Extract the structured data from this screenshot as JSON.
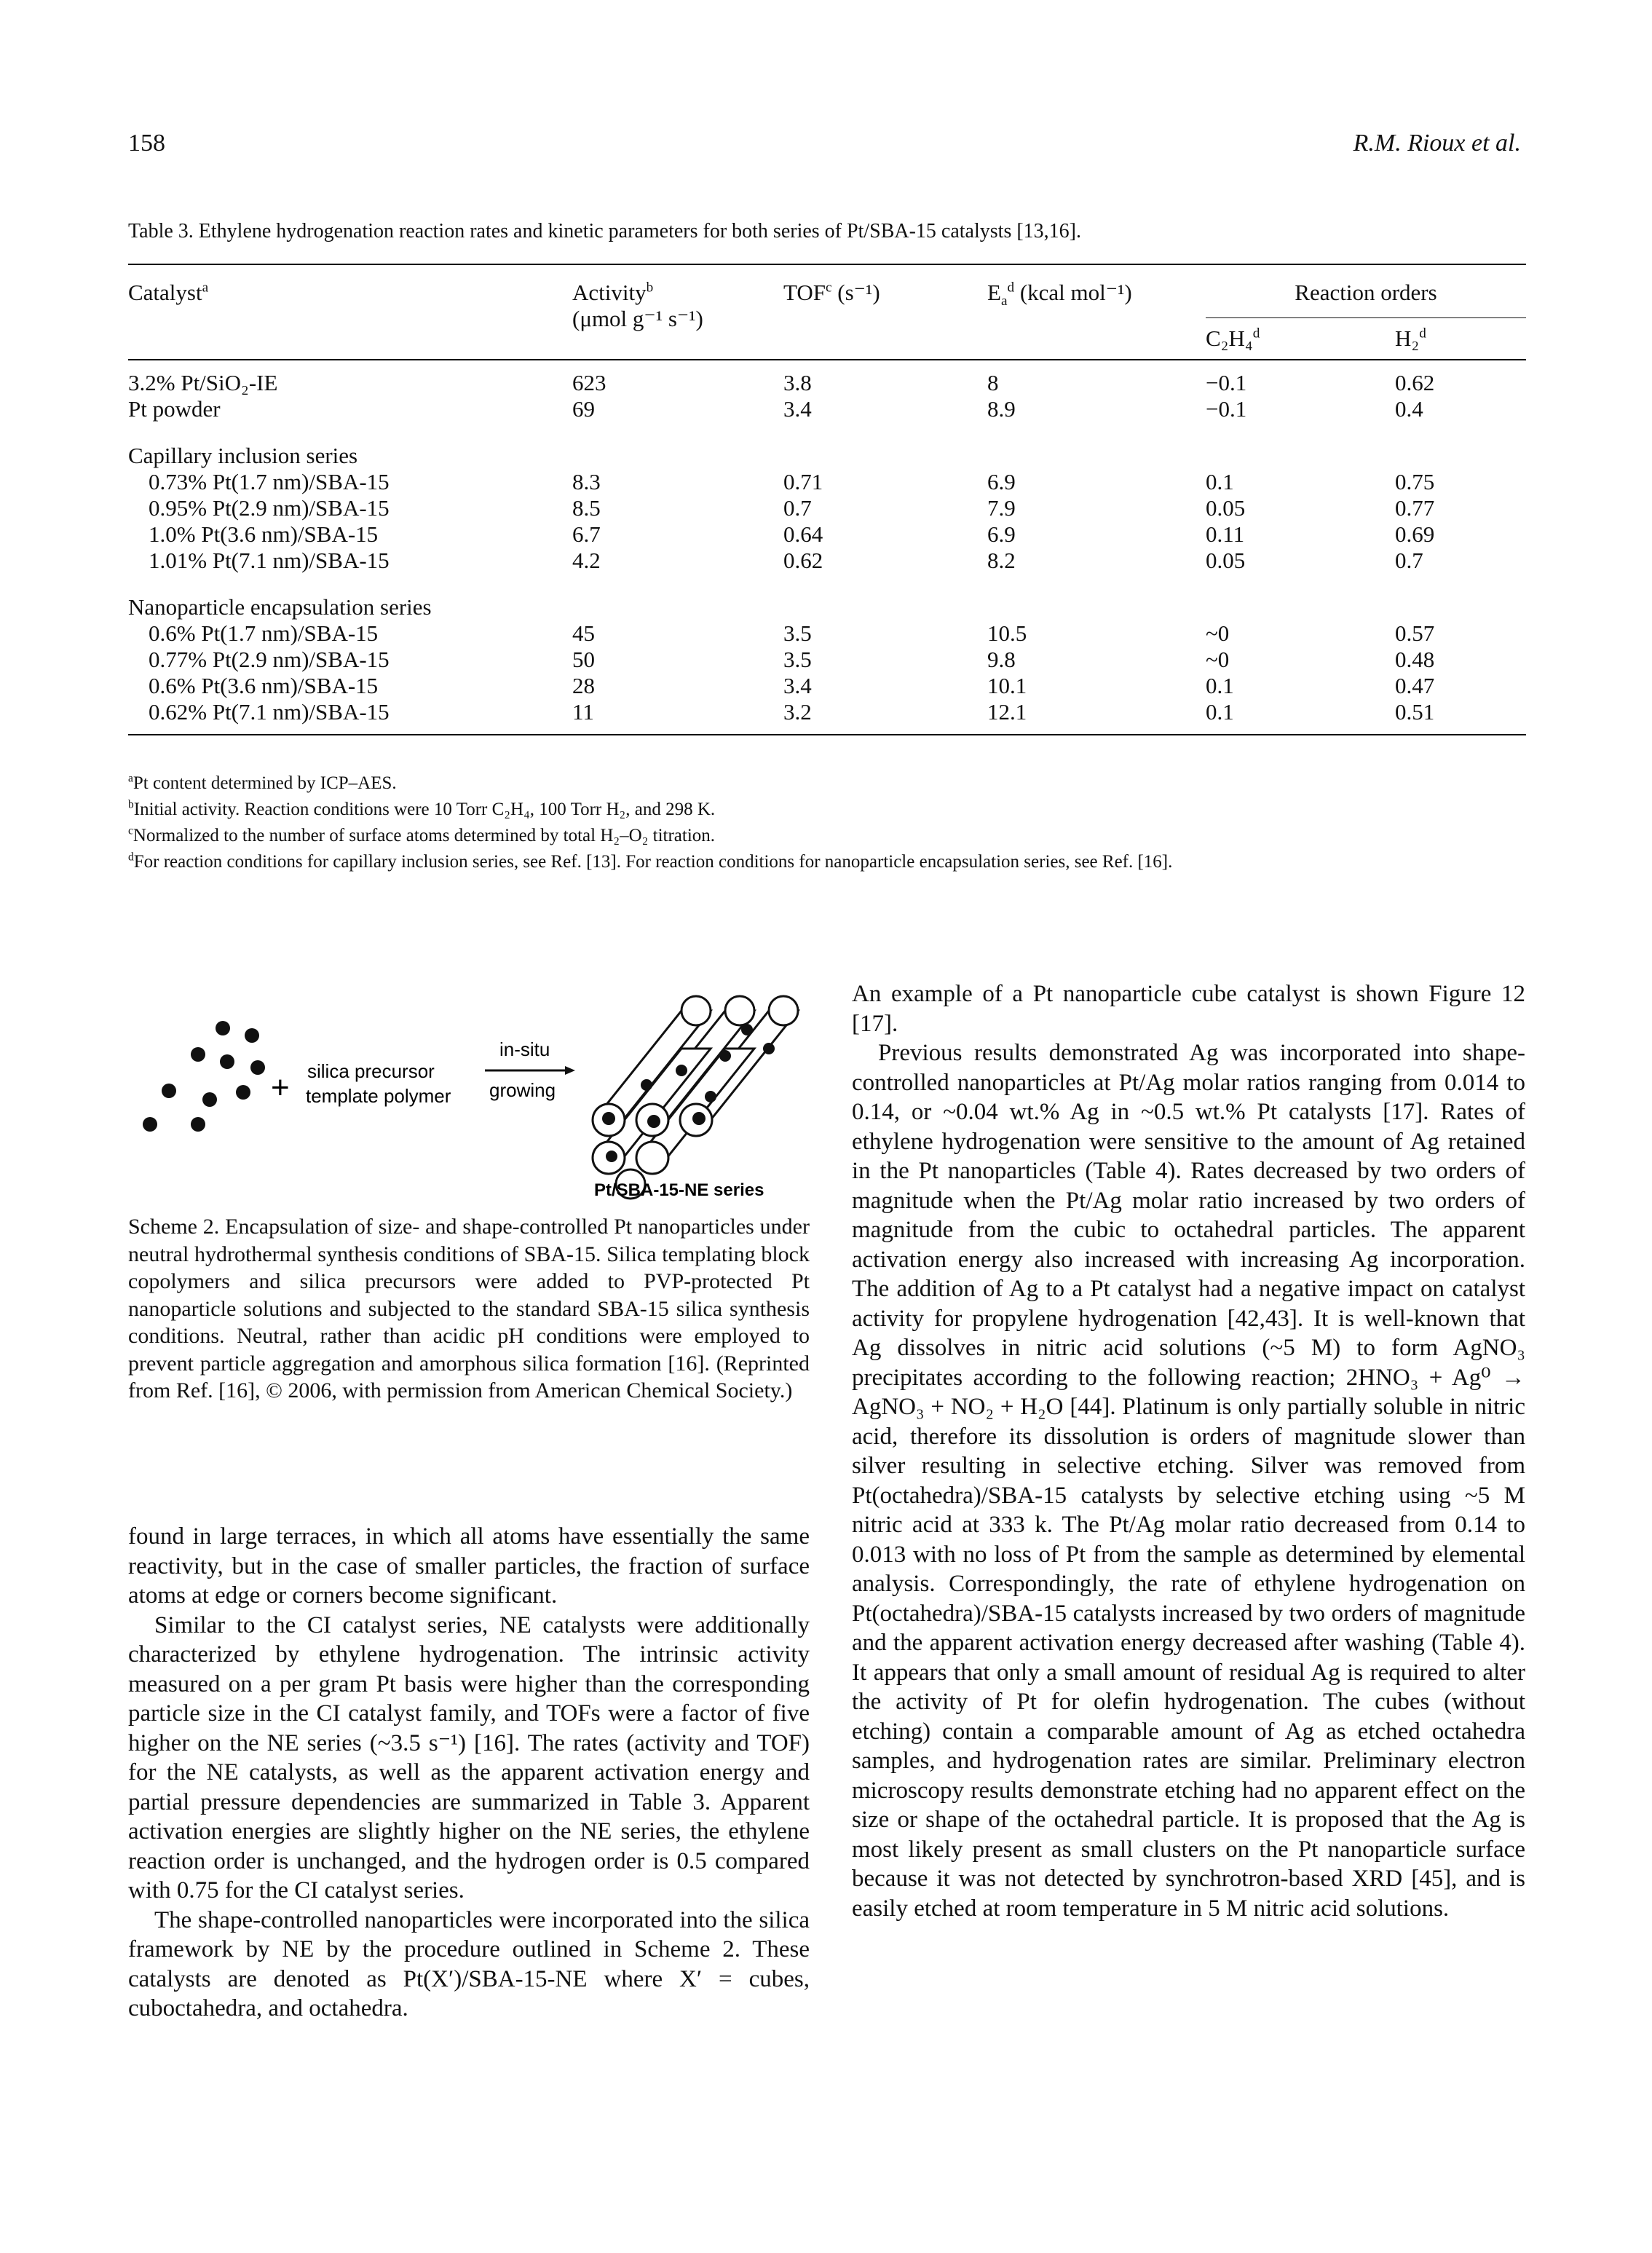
{
  "header": {
    "page_number": "158",
    "author": "R.M. Rioux et al."
  },
  "table": {
    "caption": "Table 3. Ethylene hydrogenation reaction rates and kinetic parameters for both series of Pt/SBA-15 catalysts [13,16].",
    "header": {
      "catalyst": "Catalyst",
      "catalyst_note": "a",
      "activity_line1": "Activity",
      "activity_note": "b",
      "activity_units": "(μmol g⁻¹ s⁻¹)",
      "tof": "TOF",
      "tof_note": "c",
      "tof_units": "(s⁻¹)",
      "ea": "E",
      "ea_sub": "a",
      "ea_note": "d",
      "ea_units": "(kcal mol⁻¹)",
      "reaction_orders": "Reaction orders",
      "c2h4": "C₂H₄",
      "c2h4_note": "d",
      "h2": "H₂",
      "h2_note": "d"
    },
    "rows_reference": [
      [
        "3.2% Pt/SiO₂-IE",
        "623",
        "3.8",
        "8",
        "−0.1",
        "0.62"
      ],
      [
        "Pt powder",
        "69",
        "3.4",
        "8.9",
        "−0.1",
        "0.4"
      ]
    ],
    "ci_series_label": "Capillary inclusion series",
    "rows_ci": [
      [
        "0.73% Pt(1.7 nm)/SBA-15",
        "8.3",
        "0.71",
        "6.9",
        "0.1",
        "0.75"
      ],
      [
        "0.95% Pt(2.9 nm)/SBA-15",
        "8.5",
        "0.7",
        "7.9",
        "0.05",
        "0.77"
      ],
      [
        "1.0% Pt(3.6 nm)/SBA-15",
        "6.7",
        "0.64",
        "6.9",
        "0.11",
        "0.69"
      ],
      [
        "1.01% Pt(7.1 nm)/SBA-15",
        "4.2",
        "0.62",
        "8.2",
        "0.05",
        "0.7"
      ]
    ],
    "ne_series_label": "Nanoparticle encapsulation series",
    "rows_ne": [
      [
        "0.6% Pt(1.7 nm)/SBA-15",
        "45",
        "3.5",
        "10.5",
        "~0",
        "0.57"
      ],
      [
        "0.77% Pt(2.9 nm)/SBA-15",
        "50",
        "3.5",
        "9.8",
        "~0",
        "0.48"
      ],
      [
        "0.6% Pt(3.6 nm)/SBA-15",
        "28",
        "3.4",
        "10.1",
        "0.1",
        "0.47"
      ],
      [
        "0.62% Pt(7.1 nm)/SBA-15",
        "11",
        "3.2",
        "12.1",
        "0.1",
        "0.51"
      ]
    ],
    "notes": {
      "a": "Pt content determined by ICP–AES.",
      "b": "Initial activity. Reaction conditions were 10 Torr C₂H₄, 100 Torr H₂, and 298 K.",
      "c": "Normalized to the number of surface atoms determined by total H₂–O₂ titration.",
      "d": "For reaction conditions for capillary inclusion series, see Ref. [13]. For reaction conditions for nanoparticle encapsulation series, see Ref. [16]."
    }
  },
  "scheme": {
    "plus": "+",
    "reagent_line1": "silica precursor",
    "reagent_line2": "template polymer",
    "arrow_top": "in-situ",
    "arrow_bottom": "growing",
    "product_label": "Pt/SBA-15-NE series",
    "caption": "Scheme 2. Encapsulation of size- and shape-controlled Pt nanoparticles under neutral hydrothermal synthesis conditions of SBA-15. Silica templating block copolymers and silica precursors were added to PVP-protected Pt nanoparticle solutions and subjected to the standard SBA-15 silica synthesis conditions. Neutral, rather than acidic pH conditions were employed to prevent particle aggregation and amorphous silica formation [16]. (Reprinted from Ref. [16], © 2006, with permission from American Chemical Society.)"
  },
  "left_column": {
    "p1": "found in large terraces, in which all atoms have essentially the same reactivity, but in the case of smaller particles, the fraction of surface atoms at edge or corners become significant.",
    "p2": "Similar to the CI catalyst series, NE catalysts were additionally characterized by ethylene hydrogenation. The intrinsic activity measured on a per gram Pt basis were higher than the corresponding particle size in the CI catalyst family, and TOFs were a factor of five higher on the NE series (~3.5 s⁻¹) [16]. The rates (activity and TOF) for the NE catalysts, as well as the apparent activation energy and partial pressure dependencies are summarized in Table 3. Apparent activation energies are slightly higher on the NE series, the ethylene reaction order is unchanged, and the hydrogen order is 0.5 compared with 0.75 for the CI catalyst series.",
    "p3": "The shape-controlled nanoparticles were incorporated into the silica framework by NE by the procedure outlined in Scheme 2. These catalysts are denoted as Pt(X′)/SBA-15-NE where X′ = cubes, cuboctahedra, and octahedra."
  },
  "right_column": {
    "p1": "An example of a Pt nanoparticle cube catalyst is shown Figure 12 [17].",
    "p2": "Previous results demonstrated Ag was incorporated into shape-controlled nanoparticles at Pt/Ag molar ratios ranging from 0.014 to 0.14, or ~0.04 wt.% Ag in ~0.5 wt.% Pt catalysts [17]. Rates of ethylene hydrogenation were sensitive to the amount of Ag retained in the Pt nanoparticles (Table 4). Rates decreased by two orders of magnitude when the Pt/Ag molar ratio increased by two orders of magnitude from the cubic to octahedral particles. The apparent activation energy also increased with increasing Ag incorporation. The addition of Ag to a Pt catalyst had a negative impact on catalyst activity for propylene hydrogenation [42,43]. It is well-known that Ag dissolves in nitric acid solutions (~5 M) to form AgNO₃ precipitates according to the following reaction; 2HNO₃ + Ag⁰ → AgNO₃ + NO₂ + H₂O [44]. Platinum is only partially soluble in nitric acid, therefore its dissolution is orders of magnitude slower than silver resulting in selective etching. Silver was removed from Pt(octahedra)/SBA-15 catalysts by selective etching using ~5 M nitric acid at 333 k. The Pt/Ag molar ratio decreased from 0.14 to 0.013 with no loss of Pt from the sample as determined by elemental analysis. Correspondingly, the rate of ethylene hydrogenation on Pt(octahedra)/SBA-15 catalysts increased by two orders of magnitude and the apparent activation energy decreased after washing (Table 4). It appears that only a small amount of residual Ag is required to alter the activity of Pt for olefin hydrogenation. The cubes (without etching) contain a comparable amount of Ag as etched octahedra samples, and hydrogenation rates are similar. Preliminary electron microscopy results demonstrate etching had no apparent effect on the size or shape of the octahedral particle. It is proposed that the Ag is most likely present as small clusters on the Pt nanoparticle surface because it was not detected by synchrotron-based XRD [45], and is easily etched at room temperature in 5 M nitric acid solutions."
  }
}
